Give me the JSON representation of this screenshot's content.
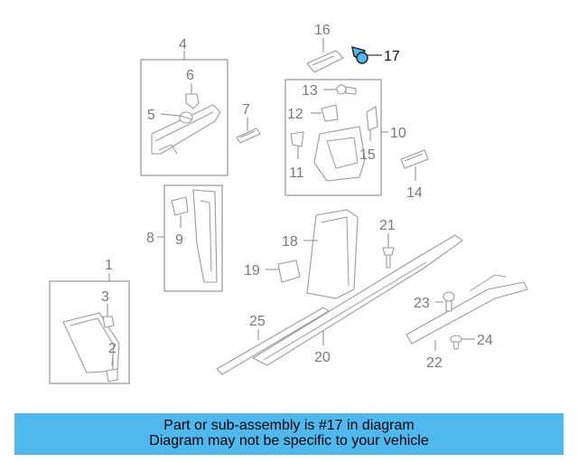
{
  "diagram": {
    "callouts": [
      "1",
      "2",
      "3",
      "4",
      "5",
      "6",
      "7",
      "8",
      "9",
      "10",
      "11",
      "12",
      "13",
      "14",
      "15",
      "16",
      "17",
      "18",
      "19",
      "20",
      "21",
      "22",
      "23",
      "24",
      "25"
    ],
    "highlighted": "17",
    "highlight_color": "#4fb9ee"
  },
  "banner": {
    "line1": "Part or sub-assembly is #17 in diagram",
    "line2": "Diagram may not be specific to your vehicle",
    "background": "#4fb9ee"
  }
}
